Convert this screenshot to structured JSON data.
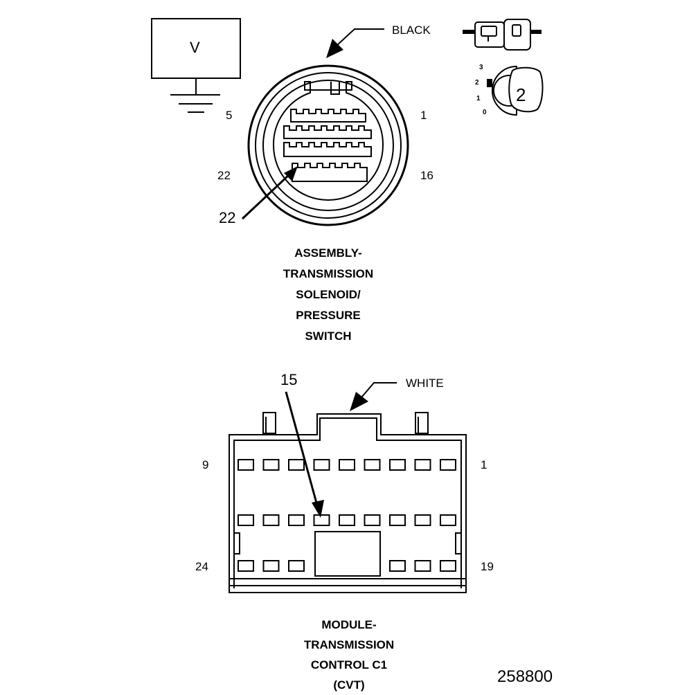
{
  "meter": {
    "label": "V"
  },
  "connector1": {
    "color_label": "BLACK",
    "pin_labels": {
      "top_left": "5",
      "top_right": "1",
      "bottom_left": "22",
      "bottom_right": "16"
    },
    "callout": "22",
    "title_lines": [
      "ASSEMBLY-",
      "TRANSMISSION",
      "SOLENOID/",
      "PRESSURE",
      "SWITCH"
    ]
  },
  "probe_icon": {
    "scale": [
      "3",
      "2",
      "1",
      "0"
    ],
    "number": "2"
  },
  "connector2": {
    "color_label": "WHITE",
    "pin_labels": {
      "top_left": "9",
      "top_right": "1",
      "bottom_left": "24",
      "bottom_right": "19"
    },
    "callout": "15",
    "title_lines": [
      "MODULE-",
      "TRANSMISSION",
      "CONTROL C1",
      "(CVT)"
    ]
  },
  "figure_number": "258800"
}
